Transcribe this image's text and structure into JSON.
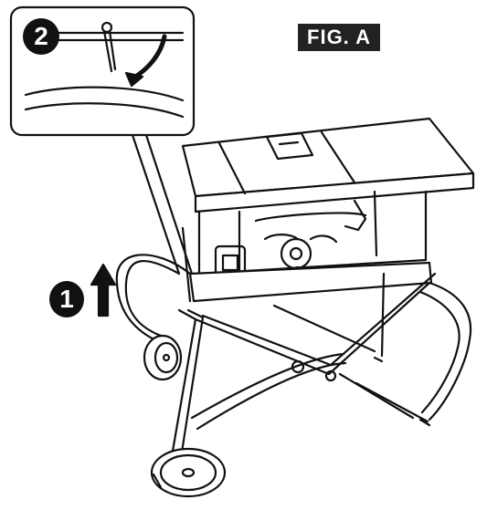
{
  "figure": {
    "label": "FIG. A",
    "step_1": "1",
    "step_2": "2"
  },
  "icons": {
    "up_arrow": "up-arrow-icon",
    "curved_arrow": "curved-arrow-icon",
    "cotter_pin": "cotter-pin-icon"
  }
}
